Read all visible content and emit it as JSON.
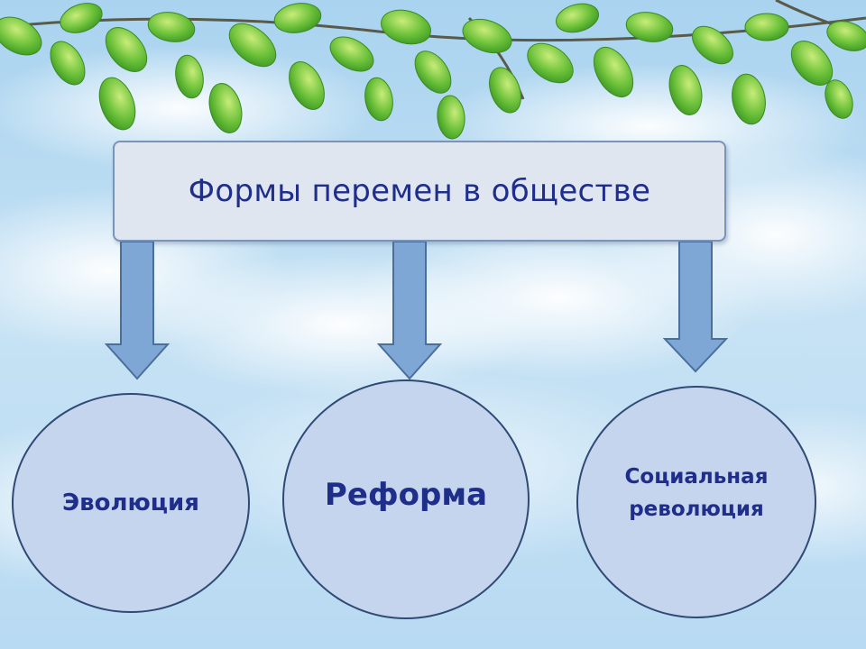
{
  "title": "Формы перемен в обществе",
  "forms": [
    {
      "label": "Эволюция"
    },
    {
      "label": "Реформа"
    },
    {
      "label_line1": "Социальная",
      "label_line2": "революция"
    }
  ],
  "colors": {
    "box_fill": "#dfe6f0",
    "box_border": "#7a93b8",
    "arrow_fill": "#7fa7d6",
    "circle_fill": "#c6d5ee",
    "circle_border": "#2e4a75",
    "text": "#1f2e8a"
  }
}
